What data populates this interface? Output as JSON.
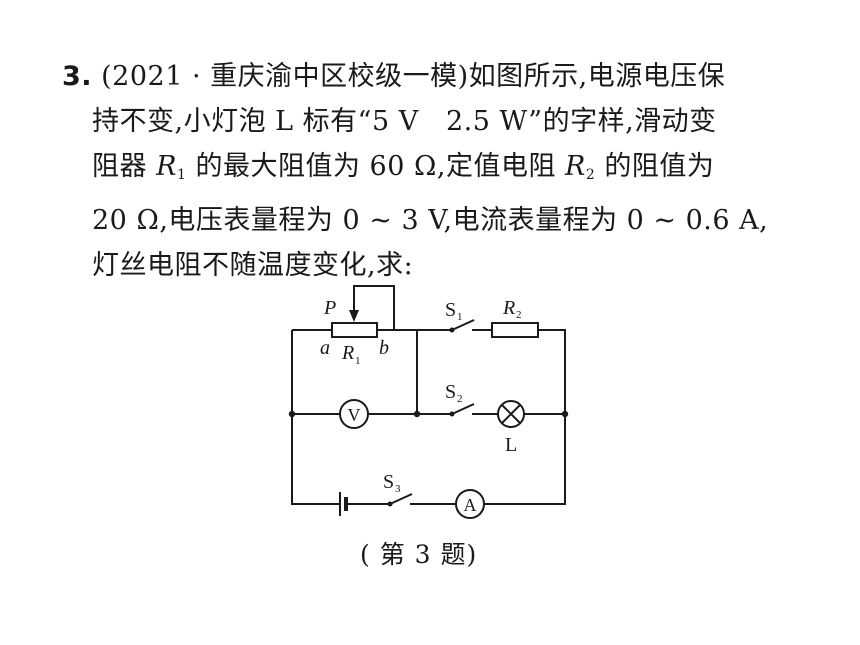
{
  "problem": {
    "number": "3.",
    "source": "(2021 · 重庆渝中区校级一模)",
    "line1_rest": "如图所示,电源电压保",
    "line2_a": "持不变,小灯泡 L 标有“5 V",
    "line2_b": "2.5 W”的字样,滑动变",
    "line3_a": "阻器",
    "r1_letter": "R",
    "r1_sub": "1",
    "line3_b": "的最大阻值为 60 Ω,定值电阻",
    "r2_letter": "R",
    "r2_sub": "2",
    "line3_c": "的阻值为",
    "line4": "20 Ω,电压表量程为 0 ~ 3 V,电流表量程为 0 ~ 0.6 A,",
    "line5": "灯丝电阻不随温度变化,求:"
  },
  "circuit": {
    "label_P": "P",
    "label_a": "a",
    "label_b": "b",
    "label_R": "R",
    "label_1": "1",
    "label_2": "2",
    "label_S": "S",
    "label_3": "3",
    "label_L": "L",
    "label_V": "V",
    "label_A": "A"
  },
  "caption": "( 第 3 题)"
}
